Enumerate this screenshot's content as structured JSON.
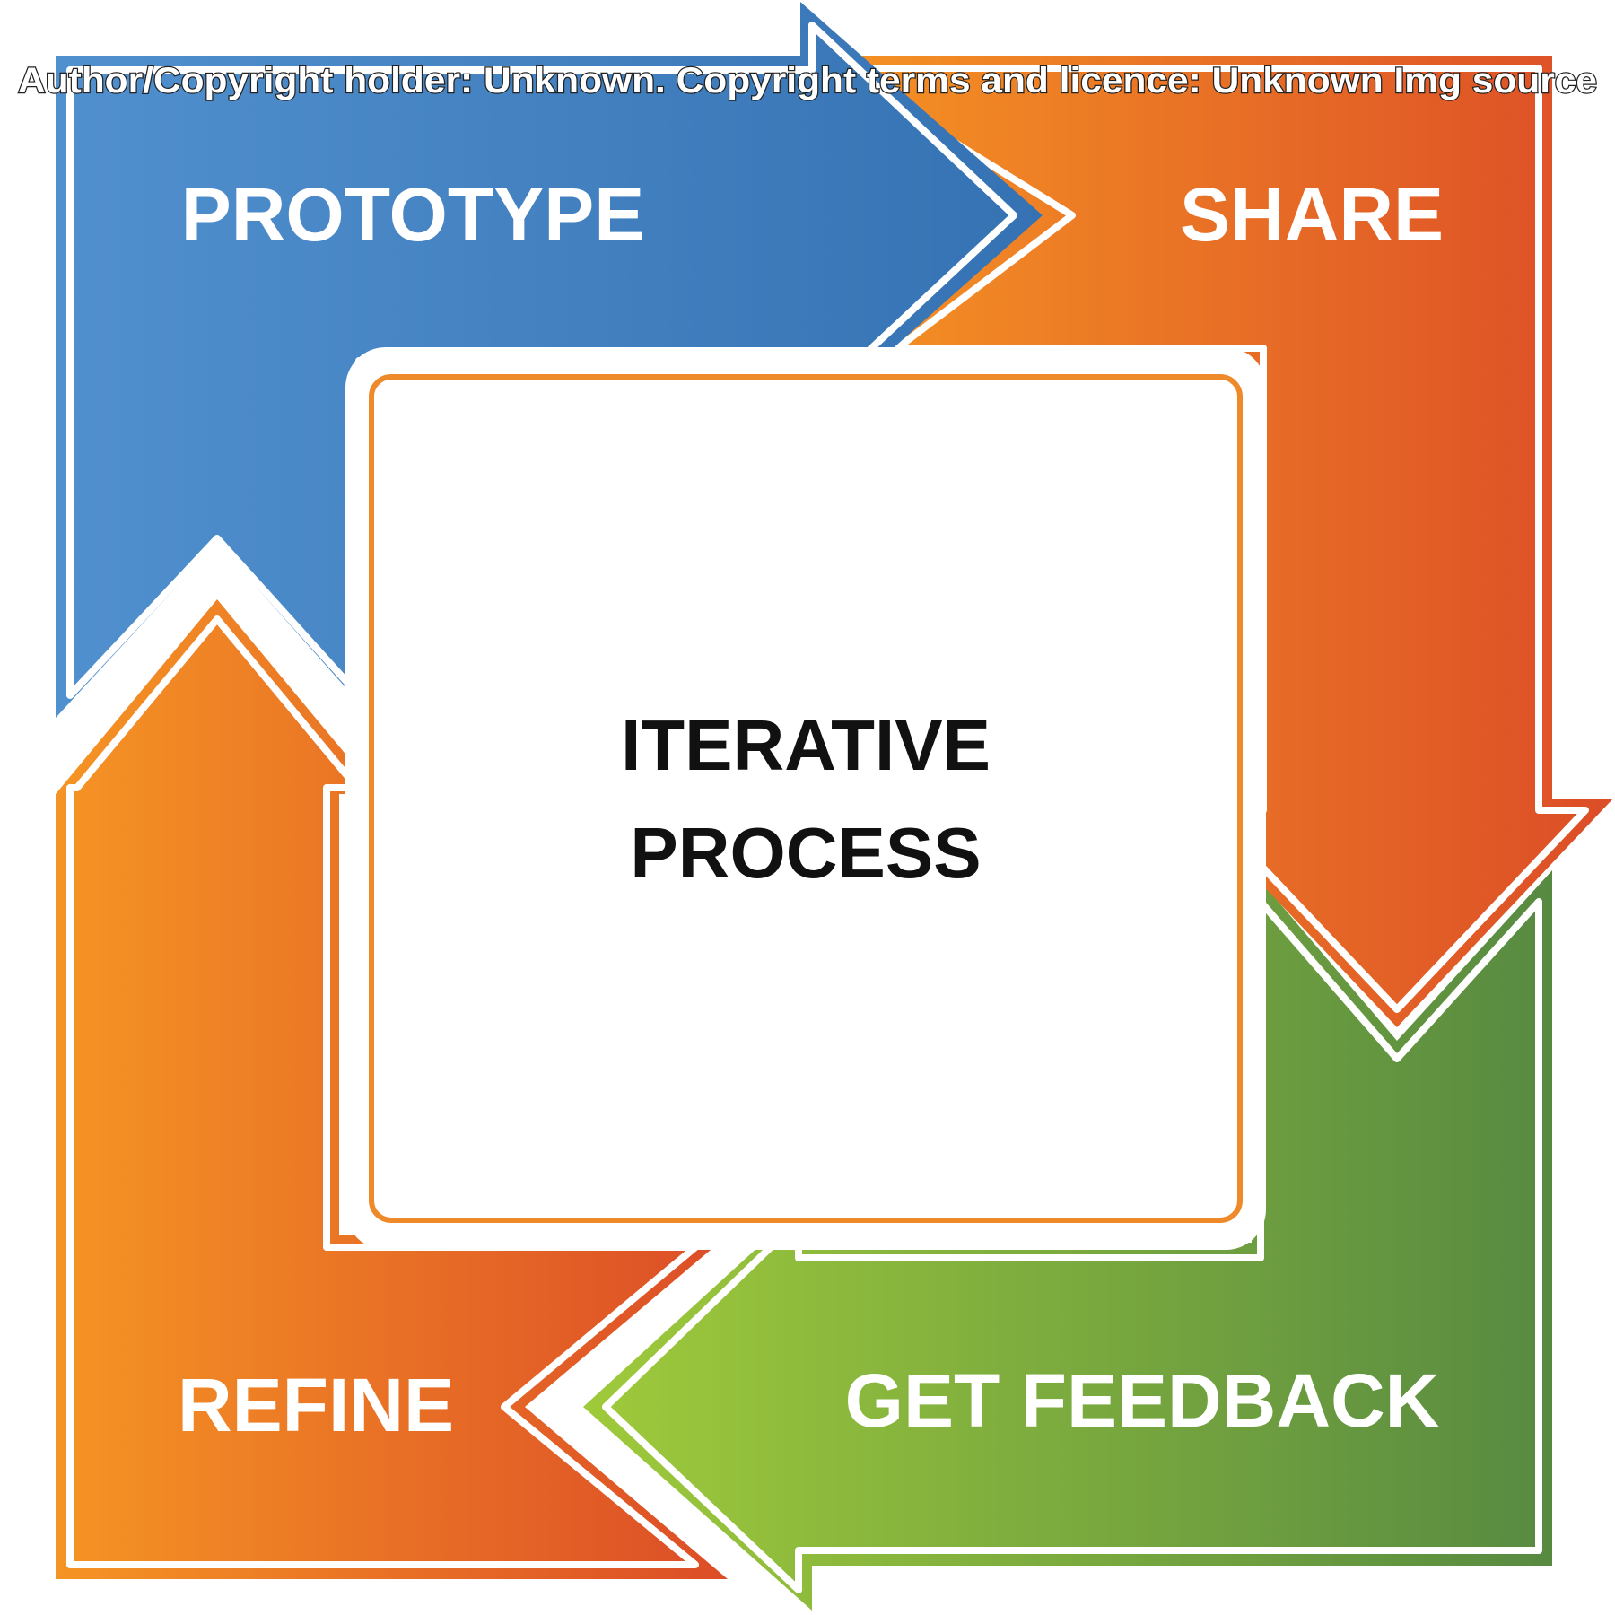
{
  "watermark": "Author/Copyright holder: Unknown. Copyright terms and licence: Unknown Img source",
  "center": {
    "line1": "ITERATIVE",
    "line2": "PROCESS"
  },
  "stages": {
    "prototype": {
      "label": "PROTOTYPE",
      "color_start": "#5190cf",
      "color_end": "#3572b3"
    },
    "share": {
      "label": "SHARE",
      "color_start": "#f59424",
      "color_end": "#dc4d27"
    },
    "feedback": {
      "label": "GET FEEDBACK",
      "color_start": "#9fca3b",
      "color_end": "#578a41"
    },
    "refine": {
      "label": "REFINE",
      "color_start": "#f59424",
      "color_end": "#dc4d27"
    }
  },
  "flow": [
    "PROTOTYPE",
    "SHARE",
    "GET FEEDBACK",
    "REFINE"
  ]
}
